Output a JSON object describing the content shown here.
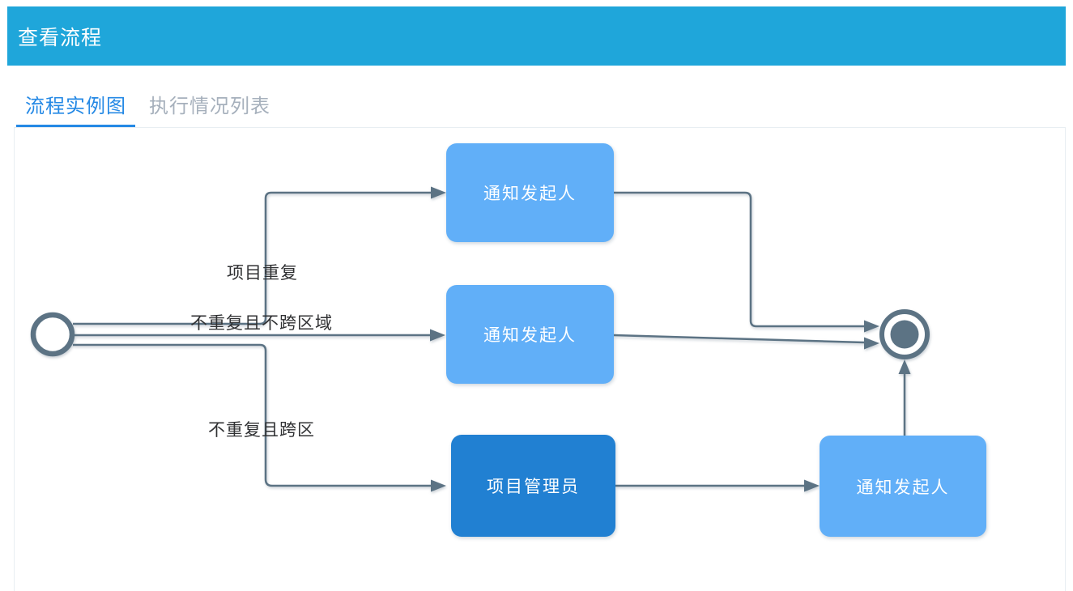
{
  "window": {
    "title": "查看流程"
  },
  "tabs": {
    "items": [
      {
        "label": "流程实例图",
        "active": true
      },
      {
        "label": "执行情况列表",
        "active": false
      }
    ]
  },
  "flow": {
    "tasks": [
      {
        "id": "notify-initiator-top",
        "label": "通知发起人",
        "fill": "#61AFF8"
      },
      {
        "id": "notify-initiator-middle",
        "label": "通知发起人",
        "fill": "#61AFF8"
      },
      {
        "id": "project-admin",
        "label": "项目管理员",
        "fill": "#2180D2"
      },
      {
        "id": "notify-initiator-bottom",
        "label": "通知发起人",
        "fill": "#61AFF8"
      }
    ],
    "edge_labels": [
      {
        "text": "项目重复"
      },
      {
        "text": "不重复且不跨区域"
      },
      {
        "text": "不重复且跨区"
      }
    ],
    "events": {
      "start": "start-event",
      "end": "end-event"
    }
  },
  "colors": {
    "header_bg": "#1FA6DA",
    "tab_active": "#2589E5",
    "tab_inactive": "#A6B0BC",
    "task_light": "#61AFF8",
    "task_dark": "#2180D2",
    "connector": "#5C7384",
    "panel_border": "#E8EEF2",
    "edge_label_text": "#303133"
  }
}
